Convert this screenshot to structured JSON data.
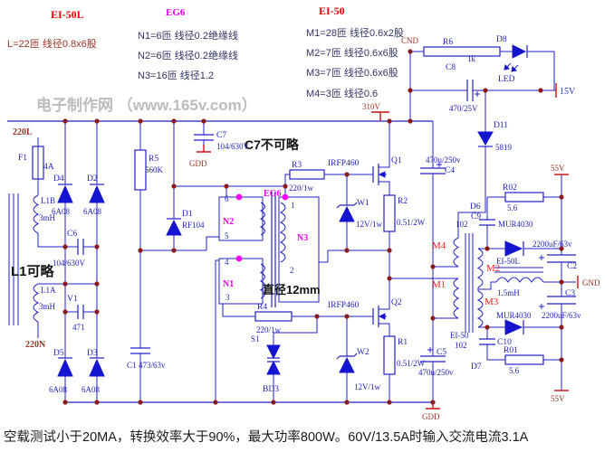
{
  "notes": {
    "ei50l_title": "EI-50L",
    "l_spec": "L=22匝  线径0.8x6股",
    "eg6_title": "EG6",
    "n1_spec": "N1=6匝  线径0.2绝缘线",
    "n2_spec": "N2=6匝  线径0.2绝缘线",
    "n3_spec": "N3=16匝  线径1.2",
    "ei50_title": "EI-50",
    "m1_spec": "M1=28匝  线径0.6x2股",
    "m2_spec": "M2=7匝  线径0.6x6股",
    "m3_spec": "M3=7匝  线径0.6x6股",
    "m4_spec": "M4=3匝  线径0.6",
    "watermark": "电子制作网 （www.165v.com）",
    "l1_note": "L1可略",
    "c7_note": "C7不可略",
    "dia_note": "直径12mm",
    "bottom_note": "空载测试小于20MA，转换效率大于90%，最大功率800W。60V/13.5A时输入交流电流3.1A"
  },
  "terminals": {
    "in_l": "220L",
    "in_n": "220N",
    "cnd": "CND",
    "v310": "310V",
    "v15": "15V",
    "v55_top": "55V",
    "gnd": "GND",
    "v55_bot": "55V",
    "gdd1": "GDD",
    "gdd2": "GDD"
  },
  "parts": {
    "f1": "F1",
    "f1_v": "4A",
    "l1b": "L1B",
    "l1b_v": "3mH",
    "l1a": "L1A",
    "l1a_v": "3mH",
    "d4": "D4",
    "d4_v": "6A08",
    "d2": "D2",
    "d2_v": "6A08",
    "d5": "D5",
    "d5_v": "6A08",
    "d3": "D3",
    "d3_v": "6A08",
    "c6": "C6",
    "c6_v": "104/630V",
    "v1": "V1",
    "v1_v": "471",
    "c1": "C1",
    "c1_v": "473/63v",
    "r5": "R5",
    "r5_v": "560K",
    "c7": "C7",
    "c7_v": "104/630V",
    "d1": "D1",
    "d1_v": "RF104",
    "r3": "R3",
    "r3_v": "220/1w",
    "r4": "R4",
    "r4_v": "220/1w",
    "s1": "S1",
    "bd3": "BD3",
    "q1_type": "IRFP460",
    "q1": "Q1",
    "w1": "W1",
    "w1_v": "12V/1w",
    "r2": "R2",
    "r2_v": "0.51/2W",
    "q2_type": "IRFP460",
    "q2": "Q2",
    "w2": "W2",
    "w2_v": "12V/1w",
    "r1": "R1",
    "r1_v": "0.51/2W",
    "r6": "R6",
    "r6_v": "1k",
    "c8": "C8",
    "c8_v": "470/25V",
    "d8": "D8",
    "d8_v": "LED",
    "d11": "D11",
    "d11_v": "5819",
    "c4": "C4",
    "c4_v": "470u/250v",
    "c5": "C5",
    "c5_v": "470u/250v",
    "r02": "R02",
    "r02_v": "5.6",
    "d6": "D6",
    "c9": "C9",
    "c9_v": "102",
    "mur_top": "MUR4030",
    "d7": "D7",
    "c10": "C10",
    "c10_v": "102",
    "mur_bot": "MUR4030",
    "r01": "R01",
    "r01_v": "5.6",
    "c2": "C2",
    "c2_v": "2200uF/63v",
    "c3": "C3",
    "c3_v": "2200uF/63v",
    "choke_core": "EI-50L",
    "choke_v": "1.5mH",
    "tx2_core": "EI-50",
    "tx2_c10v": "102"
  },
  "tx": {
    "eg6": "EG6",
    "n1": "N1",
    "n2": "N2",
    "n3": "N3",
    "m1": "M1",
    "m2": "M2",
    "m3": "M3",
    "m4": "M4"
  },
  "pins": {
    "p6": "6",
    "p5": "5",
    "p4": "4",
    "p3": "3",
    "p1": "1",
    "p2": "2"
  },
  "colors": {
    "wire": "#2121c8",
    "junction": "#8b1a1a",
    "accent_red": "#ee0000",
    "accent_magenta": "#ee00ee"
  }
}
